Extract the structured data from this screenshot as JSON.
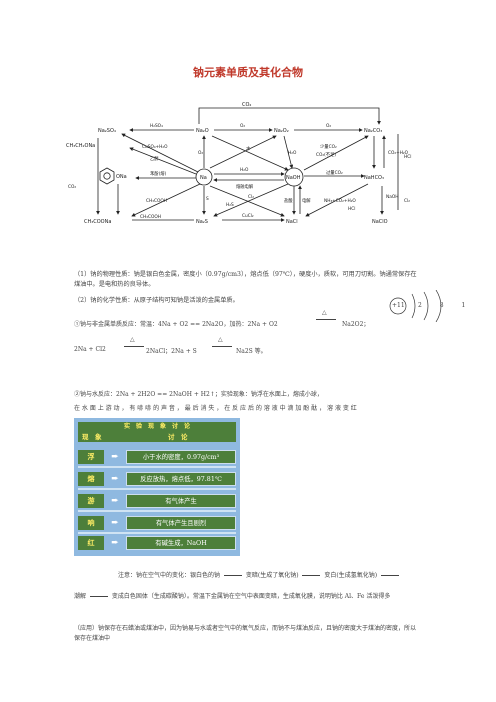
{
  "title": "钠元素单质及其化合物",
  "diagram": {
    "nodes": {
      "na2so4": "Na₂SO₄",
      "na2o": "Na₂O",
      "na2o2": "Na₂O₂",
      "na2co3": "Na₂CO₃",
      "ch3ch2ona": "CH₃CH₂ONa",
      "phenoxide": "ONa",
      "na": "Na",
      "naoh": "NaOH",
      "nahco3": "NaHCO₃",
      "ch3coona": "CH₃COONa",
      "na2s": "Na₂S",
      "nacl": "NaCl",
      "naclo": "NaClO",
      "co2_top": "CO₂"
    },
    "labels": {
      "h2so4": "H₂SO₄",
      "o2_a": "O₂",
      "o2_b": "O₂",
      "cuso4": "CuSO₄+H₂O",
      "ethanol": "乙醇",
      "phenol": "苯酚(熔)",
      "h2o_a": "H₂O",
      "h2o_water": "水",
      "melt_elec": "熔融电解",
      "h2o_b": "H₂O",
      "co2_excess": "过量CO₂",
      "co2_small": "少量CO₂",
      "co2_mid": "CO₂(不足)",
      "heat": "△",
      "co2h2o": "CO₂+H₂O",
      "hcl": "HCl",
      "nh3": "NH₃+CO₂+H₂O",
      "ch3cooh": "CH₃COOH",
      "ch3cook": "CH₃COOH",
      "h2s": "H₂S",
      "cucl2": "CuCl₂",
      "cl2": "Cl₂",
      "s": "S",
      "elec": "电解",
      "salt": "盐酸",
      "cl2_right": "Cl₂",
      "naoh_side": "NaOH",
      "o2_side": "O₂",
      "co2_side": "CO₂",
      "hcl_side": "HCl"
    }
  },
  "p1": "（1）钠的物理性质：钠是银白色金属，密度小（0.97g/cm3），熔点低（97℃），硬度小，质软，可用刀切割。钠通常保存在煤油中。是电和热的良导体。",
  "p2": "（2）钠的化学性质：从原子结构可知钠是活泼的金属单质。",
  "atom": {
    "nucleus": "+11",
    "shells": "2 8 1"
  },
  "p3a": "①钠与非金属单质反应：常温：4Na + O2 == 2Na2O，加热：2Na + O2",
  "p3b": "Na2O2；",
  "p3c": "2Na + Cl2",
  "p3d": "2NaCl；2Na + S",
  "p3e": "Na2S 等。",
  "heat": "△",
  "p4": "②钠与水反应：2Na + 2H2O == 2NaOH + H2↑；实验现象：钠浮在水面上，熔成小球，",
  "p5": "在 水 面 上 游 动 ， 有 哧 哧 的 声 音 ， 最 后 消 失 ， 在 反 应 后 的 溶 液 中 滴 加 酚 酞 ， 溶 液 变 红",
  "table": {
    "headers": [
      "实　验　现　象　讨　论",
      "现　象",
      "讨　论"
    ],
    "rows": [
      {
        "phenomenon": "浮",
        "discussion": "小于水的密度，0.97g/cm³"
      },
      {
        "phenomenon": "熔",
        "discussion": "反应放热，熔点低，97.81℃"
      },
      {
        "phenomenon": "游",
        "discussion": "有气体产生"
      },
      {
        "phenomenon": "响",
        "discussion": "有气体产生且剧烈"
      },
      {
        "phenomenon": "红",
        "discussion": "有碱生成，NaOH"
      }
    ]
  },
  "note1a": "注意：钠在空气中的变化：银白色的钠",
  "note1b": "变暗(生成了氧化钠)",
  "note1c": "变白(生成氢氧化钠)",
  "note2a": "潮解",
  "note2b": "变成白色固体（生成碳酸钠）。常温下金属钠在空气中表面变暗，生成氧化膜，说明钠比 Al、Fe 活泼得多",
  "note3": "（应用）钠保存在石蜡油或煤油中，因为钠易与水或者空气中的氧气反应，而钠不与煤油反应，且钠的密度大于煤油的密度，所以保存在煤油中"
}
